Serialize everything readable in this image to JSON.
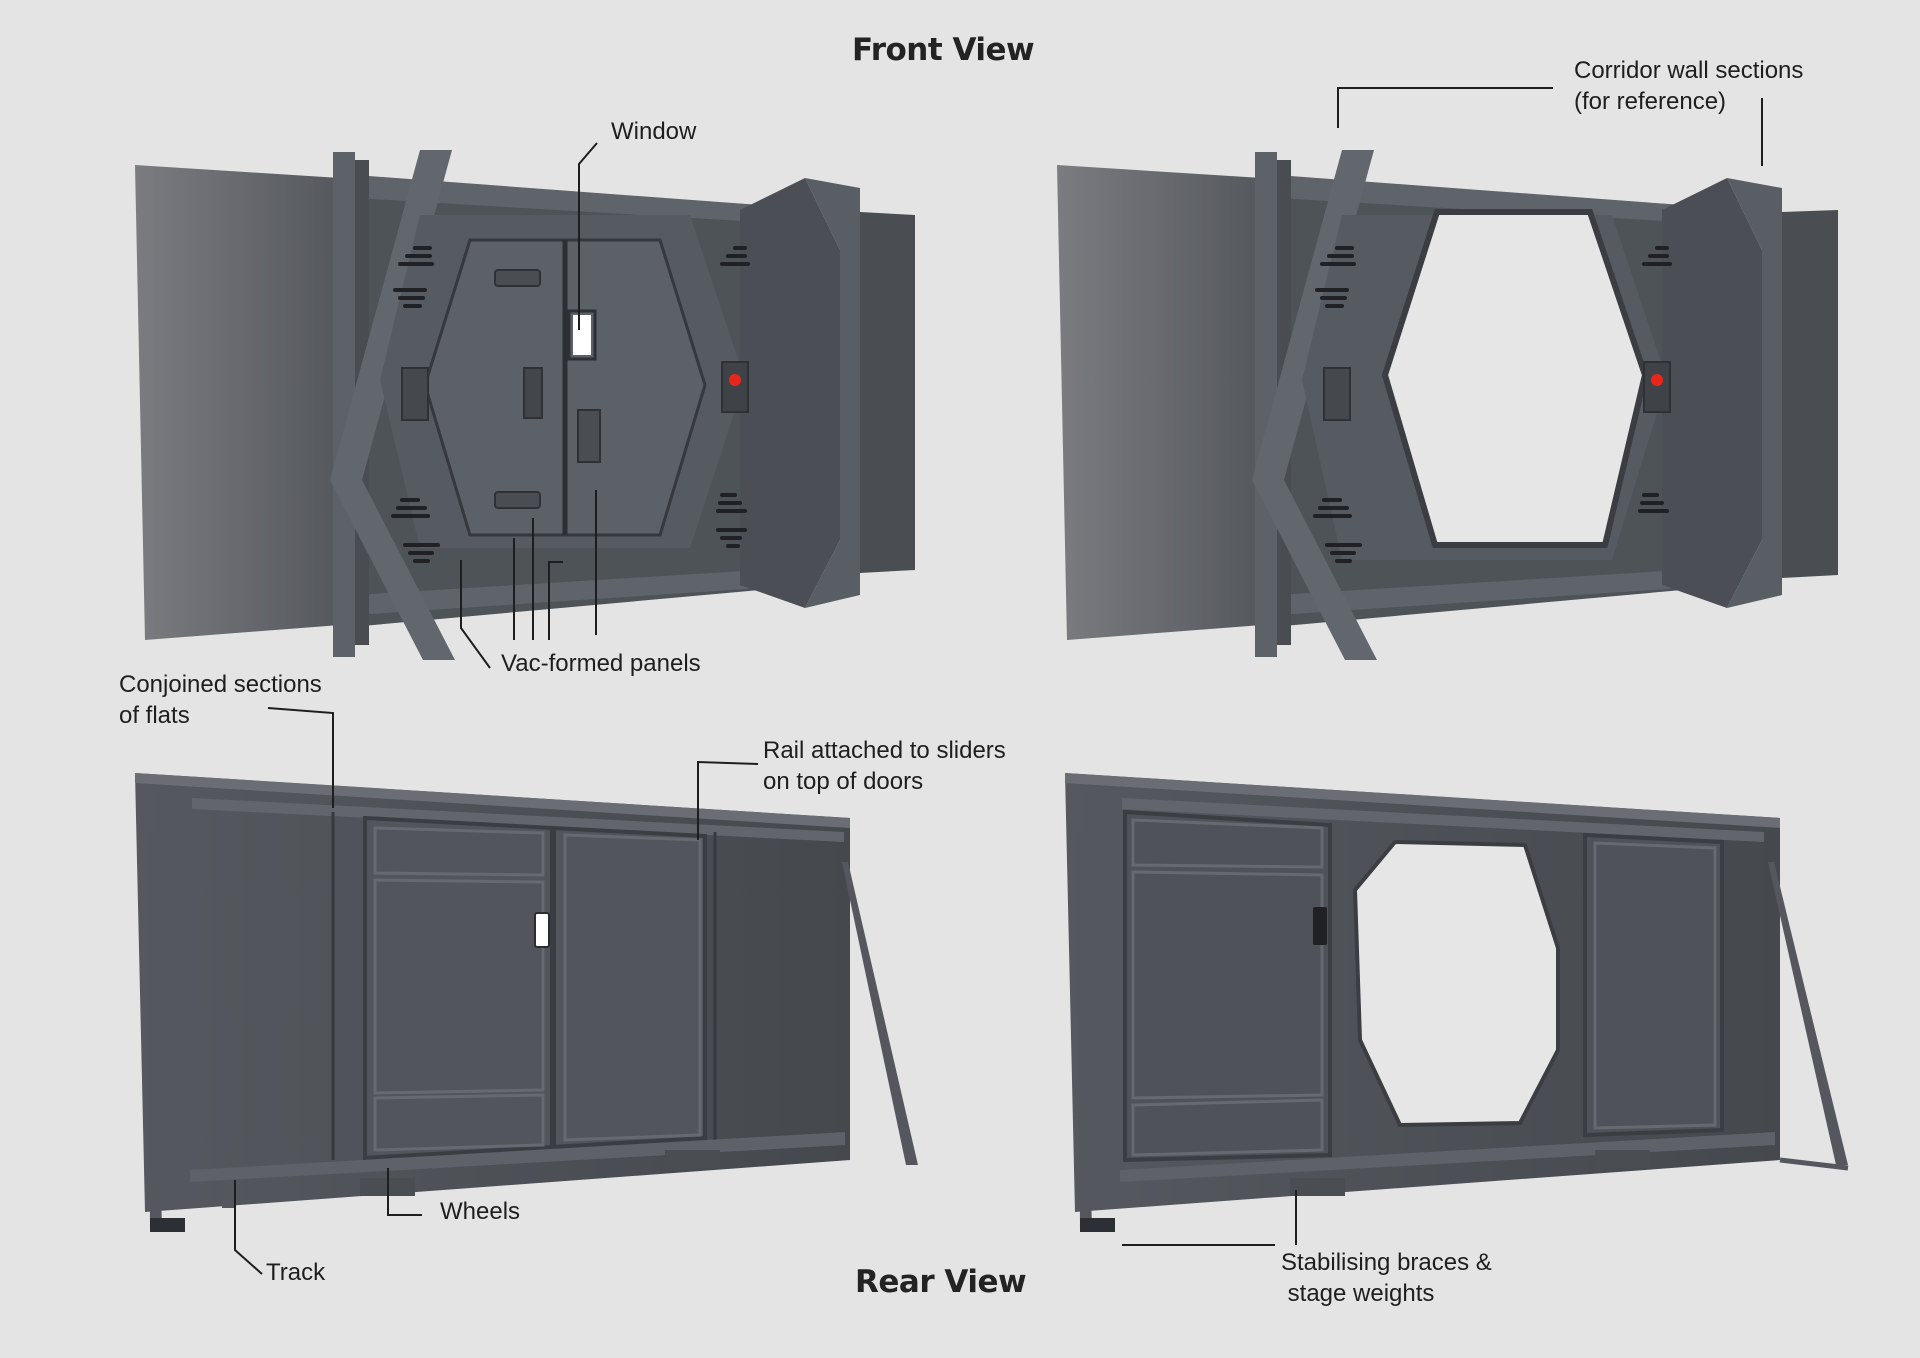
{
  "titles": {
    "front_view": "Front View",
    "rear_view": "Rear View"
  },
  "labels": {
    "window": "Window",
    "corridor_wall_line1": "Corridor wall sections",
    "corridor_wall_line2": "(for reference)",
    "vac_formed_panels": "Vac-formed panels",
    "conjoined_line1": "Conjoined sections",
    "conjoined_line2": "of flats",
    "rail_line1": "Rail attached to sliders",
    "rail_line2": "on top of doors",
    "wheels": "Wheels",
    "track": "Track",
    "stabilising_line1": "Stabilising braces &",
    "stabilising_line2": " stage weights"
  },
  "panels": [
    {
      "id": "front-closed",
      "view": "Front View",
      "state": "door closed"
    },
    {
      "id": "front-open",
      "view": "Front View",
      "state": "door open"
    },
    {
      "id": "rear-closed",
      "view": "Rear View",
      "state": "door closed"
    },
    {
      "id": "rear-open",
      "view": "Rear View",
      "state": "door open"
    }
  ],
  "colors": {
    "background": "#e4e4e4",
    "model_grey": "#5a5f66",
    "model_dark": "#3d4146",
    "wall_grey": "#6b6d71",
    "indicator_red": "#e8261a",
    "leader_line": "#1e1e1e"
  }
}
